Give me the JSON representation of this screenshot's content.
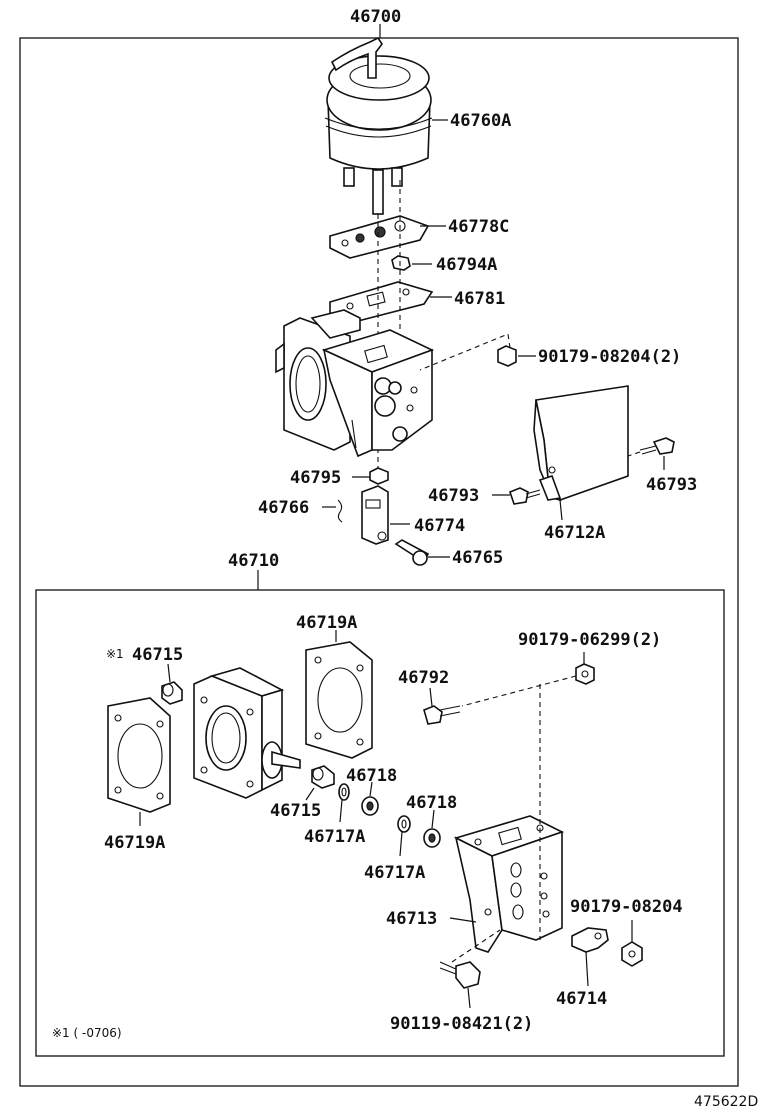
{
  "labels": {
    "assembly_top": "46700",
    "p46760A": "46760A",
    "p46778C": "46778C",
    "p46794A": "46794A",
    "p46781": "46781",
    "p90179_08204_2": "90179-08204(2)",
    "p46793_right": "46793",
    "p46795": "46795",
    "p46793_left": "46793",
    "p46712A": "46712A",
    "p46766": "46766",
    "p46774": "46774",
    "p46765": "46765",
    "assembly_sub": "46710",
    "p46719A_top": "46719A",
    "p46715_top": "46715",
    "p90179_06299_2": "90179-06299(2)",
    "p46792": "46792",
    "p46718_left": "46718",
    "p46715_bottom": "46715",
    "p46718_right": "46718",
    "p46717A_left": "46717A",
    "p46719A_bottom": "46719A",
    "p46717A_right": "46717A",
    "p90179_08204": "90179-08204",
    "p46713": "46713",
    "p46714": "46714",
    "p90119_08421_2": "90119-08421(2)"
  },
  "note_marker": "※1",
  "note_text": "※1 (    -0706)",
  "diagram_code": "475622D"
}
